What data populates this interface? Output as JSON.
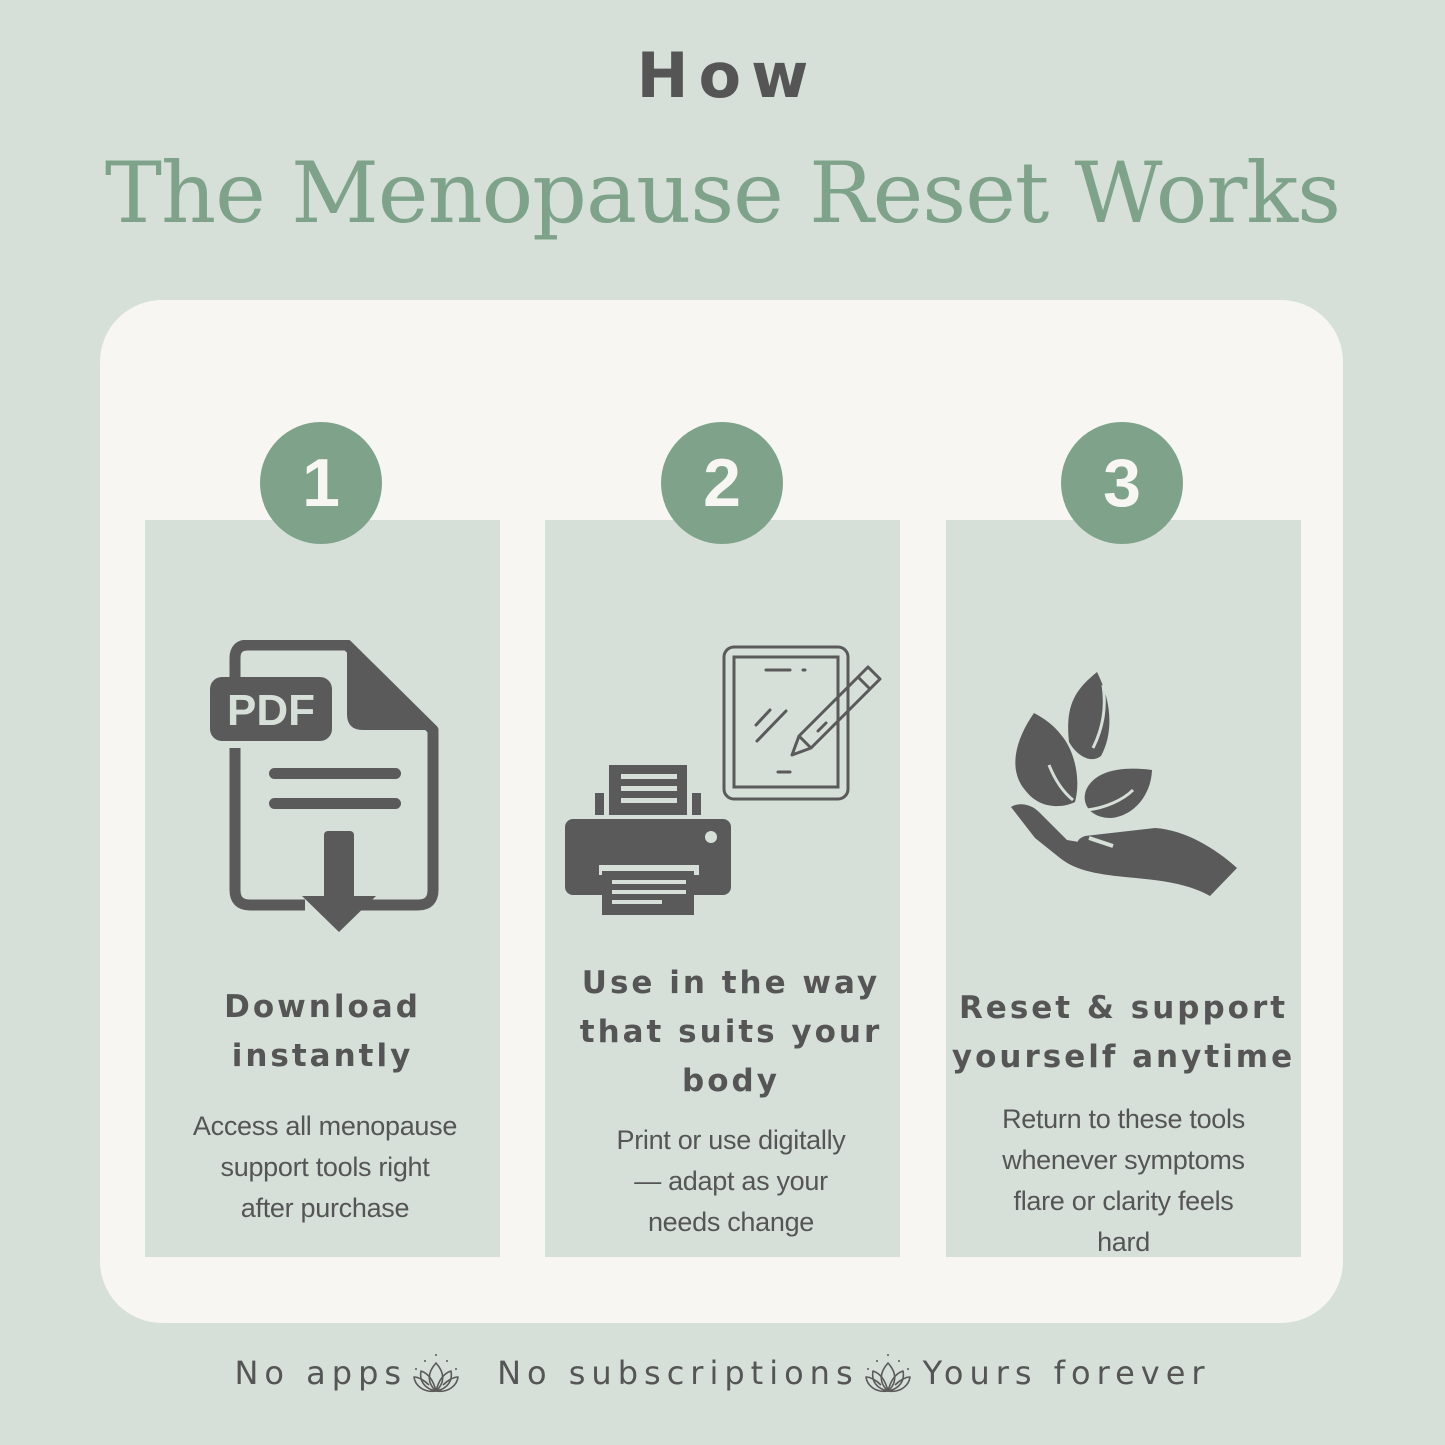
{
  "header": {
    "eyebrow": "How",
    "title": "The Menopause Reset Works"
  },
  "colors": {
    "background": "#d6e0d9",
    "card": "#f7f6f2",
    "accent": "#7ea38a",
    "text": "#555555"
  },
  "steps": [
    {
      "number": "1",
      "icon": "pdf-download-icon",
      "icon_label": "PDF",
      "heading_lines": [
        "Download",
        "instantly"
      ],
      "description_lines": [
        "Access all menopause",
        "support tools right",
        "after purchase"
      ]
    },
    {
      "number": "2",
      "icon": "printer-and-tablet-icon",
      "heading_lines": [
        "Use in the way",
        "that suits your",
        "body"
      ],
      "description_lines": [
        "Print or use digitally",
        "— adapt as your",
        "needs change"
      ]
    },
    {
      "number": "3",
      "icon": "hand-with-leaves-icon",
      "heading_lines": [
        "Reset & support",
        "yourself anytime"
      ],
      "description_lines": [
        "Return to these tools",
        "whenever symptoms",
        "flare or clarity feels",
        "hard"
      ]
    }
  ],
  "footer": {
    "items": [
      "No apps",
      "No subscriptions",
      "Yours forever"
    ],
    "separator_icon": "lotus-icon"
  }
}
